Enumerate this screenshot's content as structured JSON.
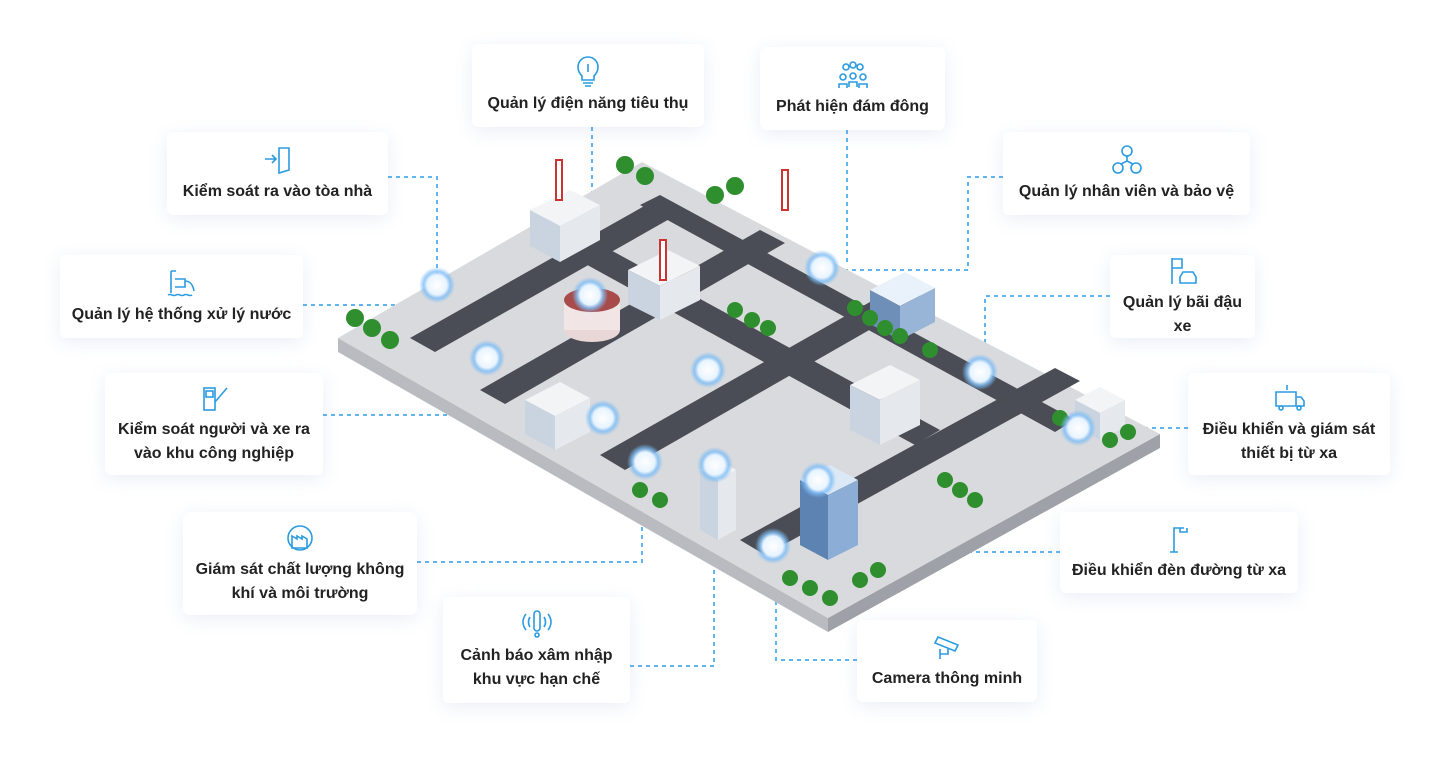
{
  "features": [
    {
      "id": "building-access",
      "label": "Kiểm soát ra vào tòa nhà",
      "icon": "door-enter-icon"
    },
    {
      "id": "water-treatment",
      "label": "Quản lý hệ thống xử lý nước",
      "icon": "water-treatment-icon"
    },
    {
      "id": "vehicle-access",
      "label": "Kiểm soát người và xe ra vào khu công nghiệp",
      "line1": "Kiểm soát người và xe ra",
      "line2": "vào khu công nghiệp",
      "icon": "barrier-gate-icon"
    },
    {
      "id": "air-quality",
      "label": "Giám sát chất lượng không khí và môi trường",
      "line1": "Giám sát chất lượng không",
      "line2": "khí và môi trường",
      "icon": "factory-environment-icon"
    },
    {
      "id": "intrusion-alert",
      "label": "Cảnh báo xâm nhập khu vực hạn chế",
      "line1": "Cảnh báo xâm nhập",
      "line2": "khu vực hạn chế",
      "icon": "alarm-signal-icon"
    },
    {
      "id": "smart-camera",
      "label": "Camera thông minh",
      "icon": "security-camera-icon"
    },
    {
      "id": "street-light",
      "label": "Điều khiển đèn đường từ xa",
      "icon": "street-lamp-icon"
    },
    {
      "id": "remote-device",
      "label": "Điều khiển và giám sát thiết bị từ xa",
      "line1": "Điều khiển và giám sát",
      "line2": "thiết bị từ xa",
      "icon": "container-truck-icon"
    },
    {
      "id": "parking",
      "label": "Quản lý bãi đậu xe",
      "icon": "parking-car-icon"
    },
    {
      "id": "staff",
      "label": "Quản lý nhân viên và bảo vệ",
      "icon": "people-network-icon"
    },
    {
      "id": "crowd",
      "label": "Phát hiện đám đông",
      "icon": "crowd-icon"
    },
    {
      "id": "power",
      "label": "Quản lý điện năng tiêu thụ",
      "icon": "lightbulb-icon"
    }
  ],
  "colors": {
    "accent": "#2b9be0",
    "line": "#5fb4f0",
    "ground": "#d9dadd",
    "road": "#4a4d55",
    "tree": "#2f8f2f"
  }
}
